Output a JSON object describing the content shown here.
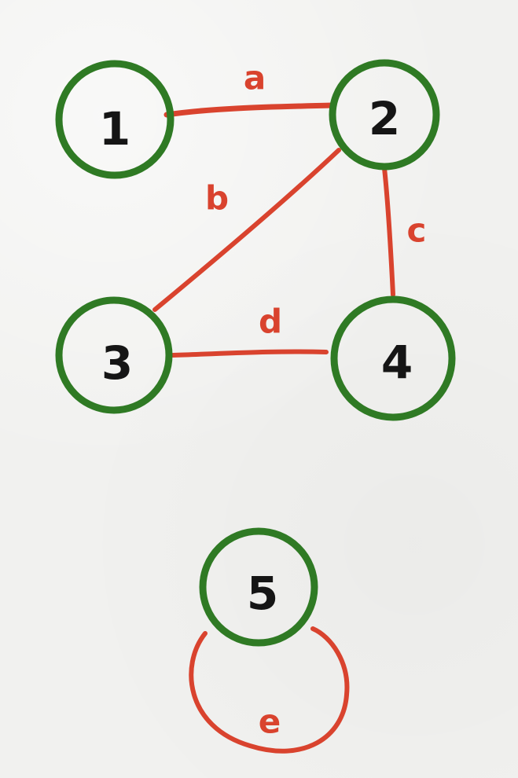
{
  "colors": {
    "node": "#2f7a24",
    "edge": "#d9432e",
    "text": "#151515"
  },
  "nodes": [
    {
      "id": "1",
      "label": "1"
    },
    {
      "id": "2",
      "label": "2"
    },
    {
      "id": "3",
      "label": "3"
    },
    {
      "id": "4",
      "label": "4"
    },
    {
      "id": "5",
      "label": "5"
    }
  ],
  "edges": [
    {
      "id": "a",
      "label": "a",
      "from": "1",
      "to": "2"
    },
    {
      "id": "b",
      "label": "b",
      "from": "2",
      "to": "3"
    },
    {
      "id": "c",
      "label": "c",
      "from": "2",
      "to": "4"
    },
    {
      "id": "d",
      "label": "d",
      "from": "3",
      "to": "4"
    },
    {
      "id": "e",
      "label": "e",
      "from": "5",
      "to": "5"
    }
  ]
}
